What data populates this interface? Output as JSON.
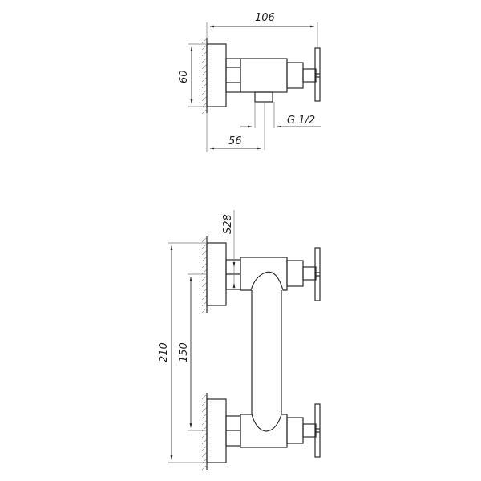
{
  "drawing": {
    "top_view": {
      "dimensions": {
        "overall_width": "106",
        "height": "60",
        "outlet_offset": "56",
        "outlet_thread": "G 1/2"
      }
    },
    "front_view": {
      "dimensions": {
        "wrench_size": "S28",
        "overall_height": "210",
        "center_distance": "150"
      }
    }
  }
}
